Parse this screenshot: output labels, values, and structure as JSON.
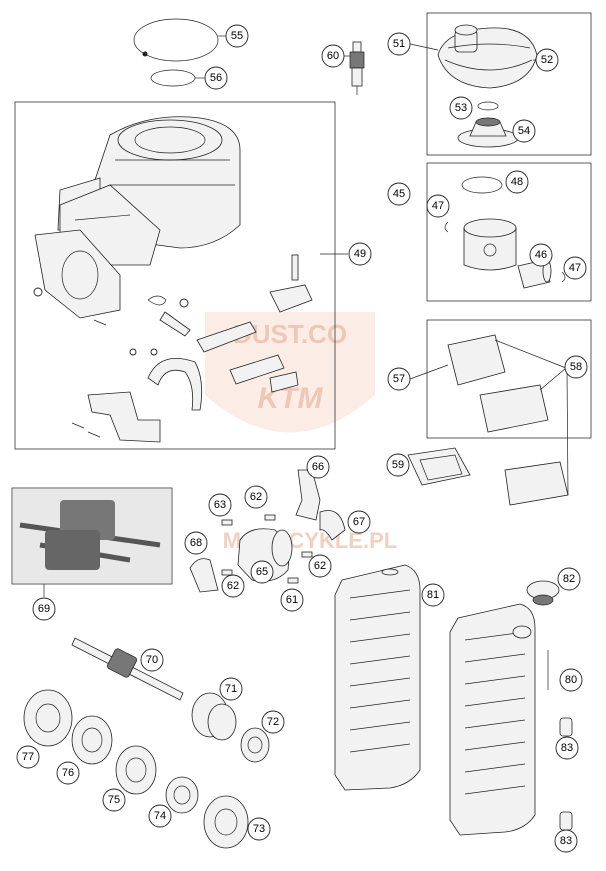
{
  "watermark": {
    "line1": "DUST.CO",
    "line2": "KTM",
    "line3": "MOTOCYKLE.PL"
  },
  "callouts": {
    "c55": "55",
    "c56": "56",
    "c60": "60",
    "c51": "51",
    "c52": "52",
    "c53": "53",
    "c54": "54",
    "c45": "45",
    "c48": "48",
    "c47a": "47",
    "c46": "46",
    "c47b": "47",
    "c49": "49",
    "c57": "57",
    "c58": "58",
    "c59": "59",
    "c66": "66",
    "c63": "63",
    "c62a": "62",
    "c67": "67",
    "c68": "68",
    "c65": "65",
    "c62b": "62",
    "c62c": "62",
    "c61": "61",
    "c69": "69",
    "c81": "81",
    "c82": "82",
    "c70": "70",
    "c71": "71",
    "c80": "80",
    "c72": "72",
    "c77": "77",
    "c76": "76",
    "c75": "75",
    "c74": "74",
    "c73": "73",
    "c83a": "83",
    "c83b": "83"
  },
  "colors": {
    "line": "#222222",
    "watermark": "#e7a98f"
  }
}
